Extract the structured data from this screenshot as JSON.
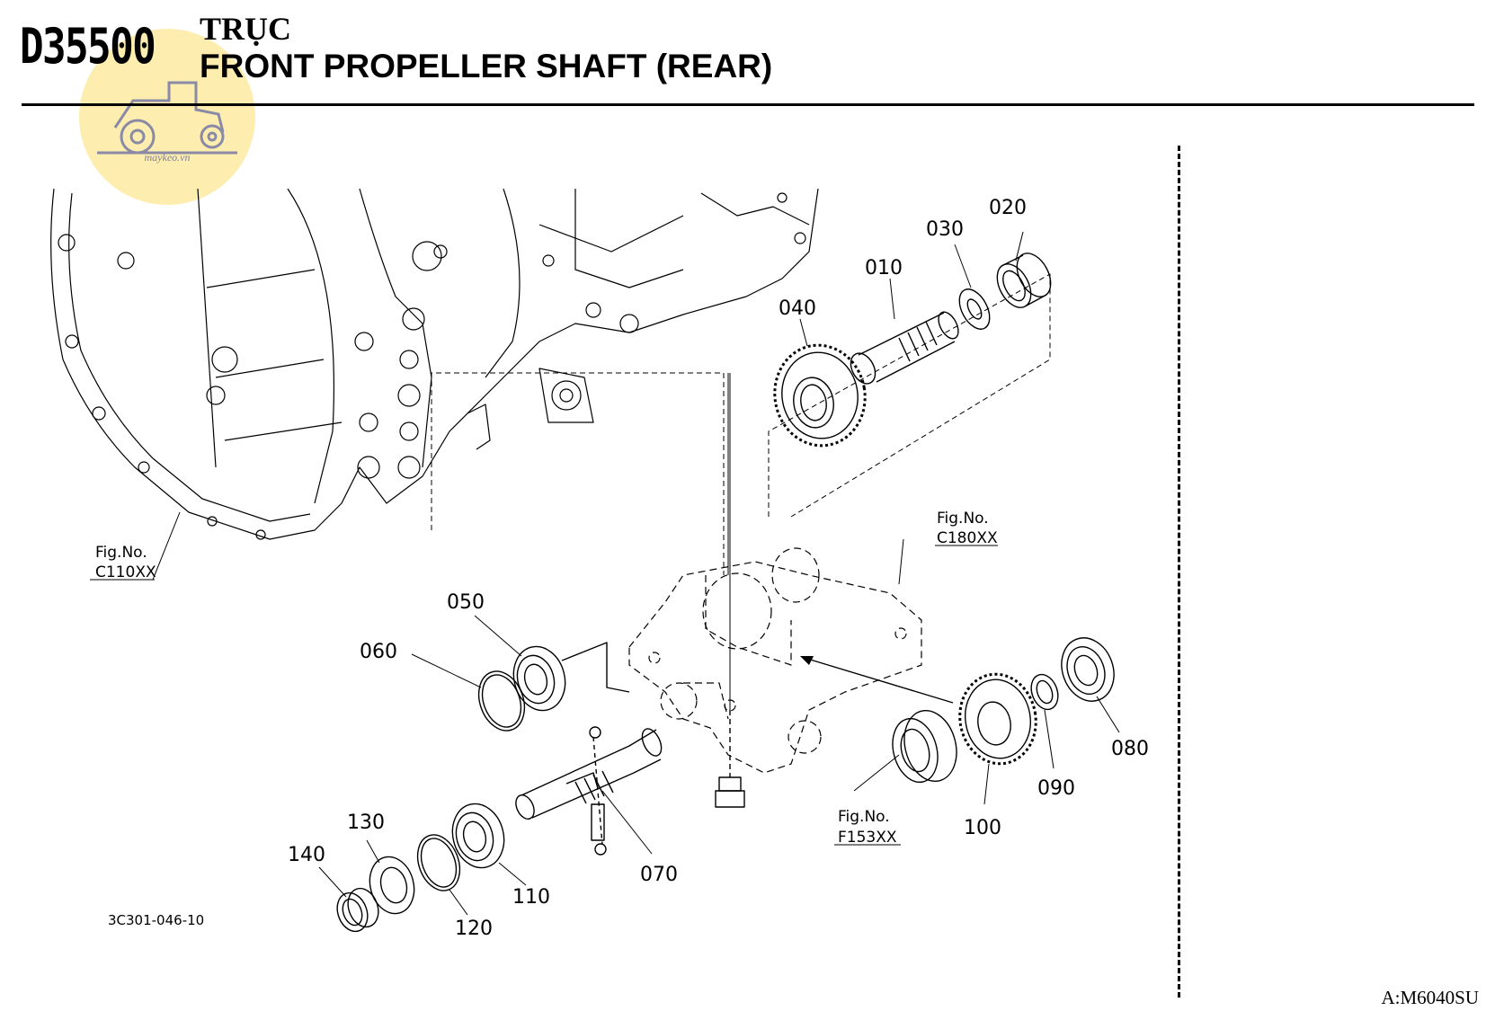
{
  "header": {
    "code": "D35500",
    "title_vn": "TRỤC",
    "title_en": "FRONT PROPELLER SHAFT (REAR)"
  },
  "watermark": {
    "text": "maykeo.vn"
  },
  "parts": [
    "010",
    "020",
    "030",
    "040",
    "050",
    "060",
    "070",
    "080",
    "090",
    "100",
    "110",
    "120",
    "130",
    "140"
  ],
  "figure_refs": [
    {
      "label": "Fig.No.",
      "code": "C110XX"
    },
    {
      "label": "Fig.No.",
      "code": "C180XX"
    },
    {
      "label": "Fig.No.",
      "code": "F153XX"
    }
  ],
  "drawing_ref": "3C301-046-10",
  "footer_code": "A:M6040SU"
}
